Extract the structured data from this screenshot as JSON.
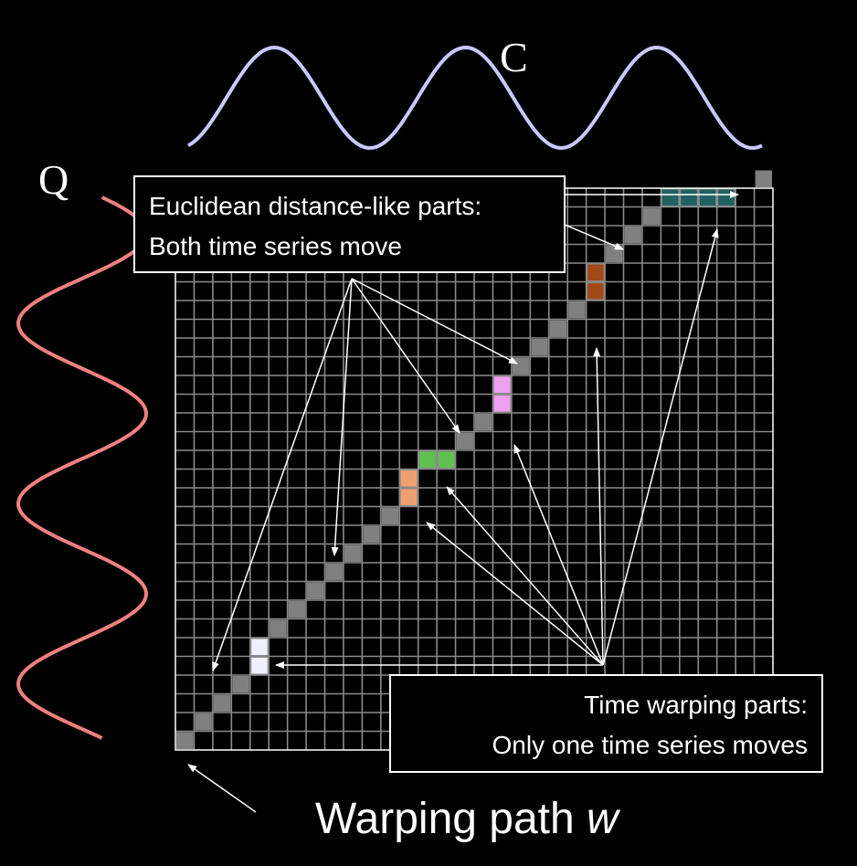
{
  "labels": {
    "c": "C",
    "q": "Q",
    "euclid_line1": "Euclidean distance-like parts:",
    "euclid_line2": "Both time series move",
    "warp_line1": "Time warping parts:",
    "warp_line2": "Only one time series moves",
    "path_prefix": "Warping path ",
    "path_symbol": "w"
  },
  "grid": {
    "cols": 32,
    "rows": 30
  },
  "colors": {
    "background": "#000000",
    "grid_line": "#8a8a8a",
    "path_cell": "#808080",
    "series_c": "#c8c8ff",
    "series_q": "#f08080",
    "text": "#ffffff",
    "warp_white": "#f0f0ff",
    "warp_orange": "#f0a070",
    "warp_green": "#60c050",
    "warp_pink": "#f0a0f0",
    "warp_brown": "#a04a18",
    "warp_teal": "#1f6060"
  },
  "warping_path": [
    {
      "c": 0,
      "r": 0,
      "k": "gray"
    },
    {
      "c": 1,
      "r": 1,
      "k": "gray"
    },
    {
      "c": 2,
      "r": 2,
      "k": "gray"
    },
    {
      "c": 3,
      "r": 3,
      "k": "gray"
    },
    {
      "c": 4,
      "r": 4,
      "k": "white"
    },
    {
      "c": 4,
      "r": 5,
      "k": "white"
    },
    {
      "c": 5,
      "r": 6,
      "k": "gray"
    },
    {
      "c": 6,
      "r": 7,
      "k": "gray"
    },
    {
      "c": 7,
      "r": 8,
      "k": "gray"
    },
    {
      "c": 8,
      "r": 9,
      "k": "gray"
    },
    {
      "c": 9,
      "r": 10,
      "k": "gray"
    },
    {
      "c": 10,
      "r": 11,
      "k": "gray"
    },
    {
      "c": 11,
      "r": 12,
      "k": "gray"
    },
    {
      "c": 12,
      "r": 13,
      "k": "orange"
    },
    {
      "c": 12,
      "r": 14,
      "k": "orange"
    },
    {
      "c": 13,
      "r": 15,
      "k": "green"
    },
    {
      "c": 14,
      "r": 15,
      "k": "green"
    },
    {
      "c": 15,
      "r": 16,
      "k": "gray"
    },
    {
      "c": 16,
      "r": 17,
      "k": "gray"
    },
    {
      "c": 17,
      "r": 18,
      "k": "pink"
    },
    {
      "c": 17,
      "r": 19,
      "k": "pink"
    },
    {
      "c": 18,
      "r": 20,
      "k": "gray"
    },
    {
      "c": 19,
      "r": 21,
      "k": "gray"
    },
    {
      "c": 20,
      "r": 22,
      "k": "gray"
    },
    {
      "c": 21,
      "r": 23,
      "k": "gray"
    },
    {
      "c": 22,
      "r": 24,
      "k": "brown"
    },
    {
      "c": 22,
      "r": 25,
      "k": "brown"
    },
    {
      "c": 23,
      "r": 26,
      "k": "gray"
    },
    {
      "c": 24,
      "r": 27,
      "k": "gray"
    },
    {
      "c": 25,
      "r": 28,
      "k": "gray"
    },
    {
      "c": 26,
      "r": 29,
      "k": "teal"
    },
    {
      "c": 27,
      "r": 29,
      "k": "teal"
    },
    {
      "c": 28,
      "r": 29,
      "k": "teal"
    },
    {
      "c": 29,
      "r": 29,
      "k": "teal"
    },
    {
      "c": 31,
      "r": 30,
      "k": "gray"
    }
  ]
}
